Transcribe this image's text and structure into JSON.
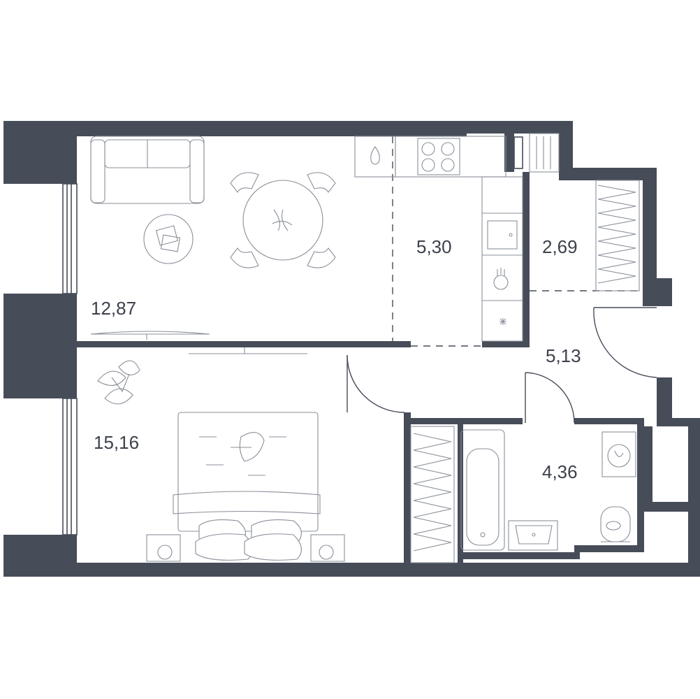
{
  "floor_plan": {
    "rooms": [
      {
        "id": "living-room",
        "area": "12,87"
      },
      {
        "id": "kitchen",
        "area": "5,30"
      },
      {
        "id": "wardrobe",
        "area": "2,69"
      },
      {
        "id": "hallway",
        "area": "5,13"
      },
      {
        "id": "bedroom",
        "area": "15,16"
      },
      {
        "id": "bathroom",
        "area": "4,36"
      }
    ],
    "colors": {
      "wall": "#474c59",
      "furniture": "#8a8f99",
      "background": "#ffffff"
    }
  }
}
